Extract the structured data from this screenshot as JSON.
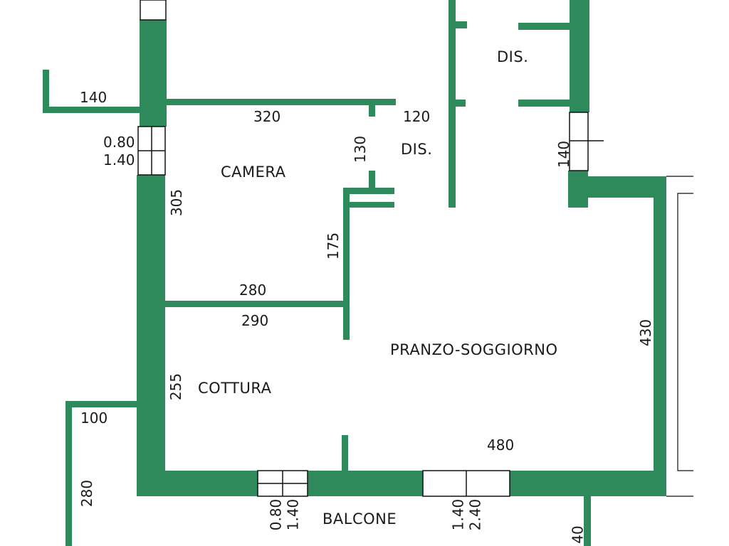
{
  "colors": {
    "wall": "#2e8a5a",
    "wall_dark": "#1f6e47",
    "line": "#111111"
  },
  "rooms": {
    "camera": "CAMERA",
    "dis_top": "DIS.",
    "dis_mid": "DIS.",
    "pranzo": "PRANZO-SOGGIORNO",
    "cottura": "COTTURA",
    "balcone": "BALCONE"
  },
  "dimensions": {
    "d140_left": "140",
    "d320": "320",
    "d120": "120",
    "d130": "130",
    "win_left_top": "0.80",
    "win_left_bottom": "1.40",
    "d305": "305",
    "d175": "175",
    "d280_mid": "280",
    "d290": "290",
    "d430": "430",
    "d255": "255",
    "d100": "100",
    "d480": "480",
    "d280_bottom": "280",
    "win_bal1_a": "0.80",
    "win_bal1_b": "1.40",
    "win_bal2_a": "1.40",
    "win_bal2_b": "2.40",
    "d140_right": "140",
    "d40_bottom": "40"
  }
}
